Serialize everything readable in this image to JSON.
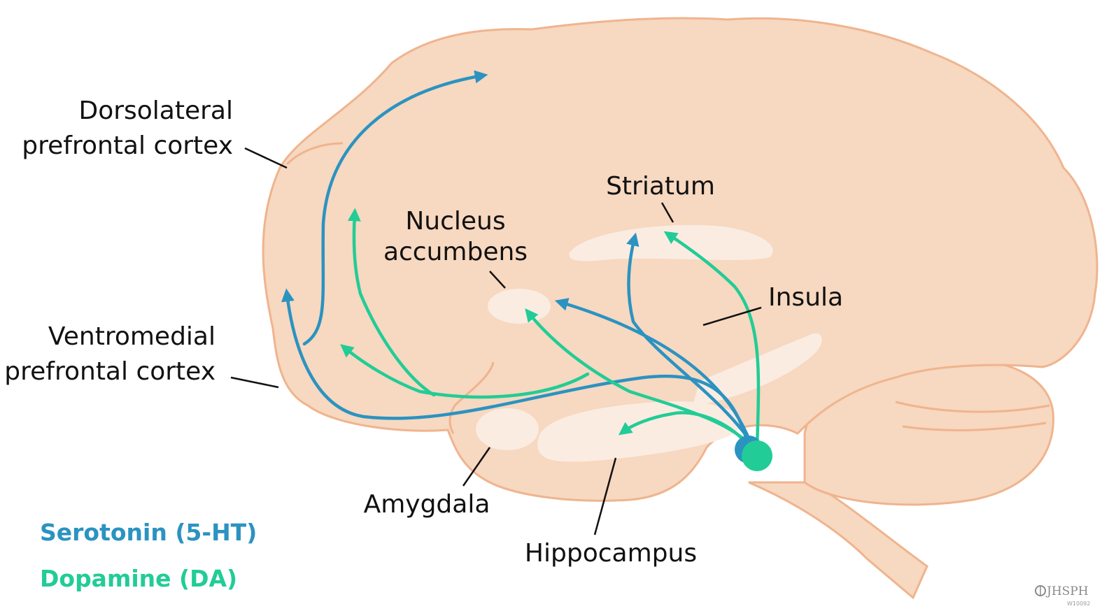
{
  "colors": {
    "brain_fill": "#f7d8c0",
    "brain_stroke": "#efb48e",
    "region_fill": "#fbece2",
    "serotonin": "#2b93c1",
    "dopamine": "#22cc96",
    "leader_line": "#111111"
  },
  "labels": {
    "dlpfc_line1": "Dorsolateral",
    "dlpfc_line2": "prefrontal cortex",
    "vmpfc_line1": "Ventromedial",
    "vmpfc_line2": "prefrontal cortex",
    "striatum": "Striatum",
    "nucleus_line1": "Nucleus",
    "nucleus_line2": "accumbens",
    "insula": "Insula",
    "amygdala": "Amygdala",
    "hippocampus": "Hippocampus"
  },
  "legend": {
    "serotonin": "Serotonin (5-HT)",
    "dopamine": "Dopamine (DA)"
  },
  "credit": {
    "logo": "JHSPH",
    "code": "W10092"
  }
}
